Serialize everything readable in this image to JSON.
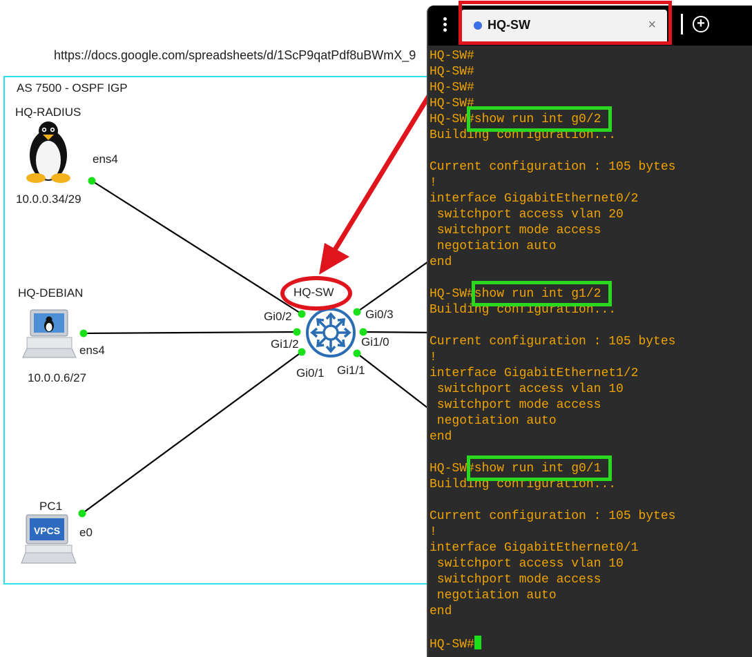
{
  "url": "https://docs.google.com/spreadsheets/d/1ScP9qatPdf8uBWmX_9",
  "as_label": "AS 7500 - OSPF IGP",
  "nodes": {
    "radius": {
      "name": "HQ-RADIUS",
      "ip": "10.0.0.34/29",
      "iface": "ens4"
    },
    "debian": {
      "name": "HQ-DEBIAN",
      "ip": "10.0.0.6/27",
      "iface": "ens4"
    },
    "pc1": {
      "name": "PC1",
      "iface": "e0",
      "badge": "VPCS"
    },
    "switch": {
      "name": "HQ-SW"
    }
  },
  "switch_ports": {
    "gi0_2": "Gi0/2",
    "gi0_3": "Gi0/3",
    "gi1_2": "Gi1/2",
    "gi1_0": "Gi1/0",
    "gi0_1": "Gi0/1",
    "gi1_1": "Gi1/1"
  },
  "terminal": {
    "tab_title": "HQ-SW",
    "tab_close": "×",
    "new_tab": "+",
    "lines": [
      "HQ-SW#",
      "HQ-SW#",
      "HQ-SW#",
      "HQ-SW#",
      "HQ-SW#show run int g0/2",
      "Building configuration...",
      "",
      "Current configuration : 105 bytes",
      "!",
      "interface GigabitEthernet0/2",
      " switchport access vlan 20",
      " switchport mode access",
      " negotiation auto",
      "end",
      "",
      "HQ-SW#show run int g1/2",
      "Building configuration...",
      "",
      "Current configuration : 105 bytes",
      "!",
      "interface GigabitEthernet1/2",
      " switchport access vlan 10",
      " switchport mode access",
      " negotiation auto",
      "end",
      "",
      "HQ-SW#show run int g0/1",
      "Building configuration...",
      "",
      "Current configuration : 105 bytes",
      "!",
      "interface GigabitEthernet0/1",
      " switchport access vlan 10",
      " switchport mode access",
      " negotiation auto",
      "end",
      "",
      "HQ-SW#"
    ]
  },
  "colors": {
    "terminal_text": "#f0a400",
    "terminal_bg": "#2b2b2b",
    "link_dot": "#19e019",
    "as_border": "#2fe0ee",
    "annotation_red": "#e0141c",
    "annotation_green": "#29d81f",
    "switch_blue": "#2b6db3"
  }
}
